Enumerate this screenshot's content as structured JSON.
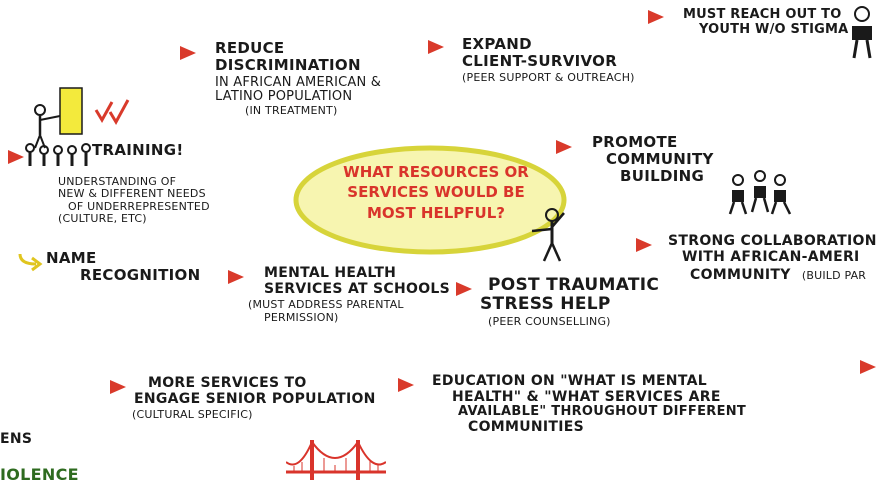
{
  "center": {
    "line1": "What Resources or",
    "line2": "Services Would Be",
    "line3": "Most Helpful?"
  },
  "notes": {
    "reduce_discrimination": {
      "title1": "Reduce Discrimination",
      "title2": "in African American &",
      "title3": "Latino Population",
      "sub": "(in treatment)"
    },
    "expand": {
      "title1": "Expand",
      "title2": "Client-Survivor",
      "sub": "(Peer Support & Outreach)"
    },
    "youth": {
      "title1": "Must Reach Out To",
      "title2": "Youth w/o Stigma"
    },
    "training": {
      "title": "Training!",
      "sub1": "Understanding of",
      "sub2": "New & Different Needs",
      "sub3": "of Underrepresented",
      "sub4": "(Culture, etc)"
    },
    "community_building": {
      "title1": "Promote",
      "title2": "Community",
      "title3": "Building"
    },
    "name_recognition": {
      "title1": "Name",
      "title2": "Recognition"
    },
    "mental_health_schools": {
      "title1": "Mental Health",
      "title2": "Services at Schools",
      "sub1": "(Must Address Parental",
      "sub2": "Permission)"
    },
    "ptsd": {
      "title1": "Post Traumatic",
      "title2": "Stress Help",
      "sub": "(Peer Counselling)"
    },
    "collaboration": {
      "title1": "Strong Collaboration",
      "title2": "with African-Ameri",
      "title3": "Community",
      "sub": "(Build Par"
    },
    "senior": {
      "title1": "More Services to",
      "title2": "Engage Senior Population",
      "sub": "(Cultural Specific)"
    },
    "education": {
      "title1": "Education on \"What is Mental",
      "title2": "Health\" & \"What Services are",
      "title3": "Available\" Throughout Different",
      "title4": "Communities"
    },
    "fragment_left1": "ens",
    "fragment_left2": "iolence"
  },
  "colors": {
    "arrow": "#d93a2b",
    "center_text": "#d9342b",
    "ellipse_fill": "#f3f08a",
    "ellipse_stroke": "#d7d43a",
    "bridge": "#d9342b",
    "green_text": "#2e6b1f",
    "ink": "#1a1a1a"
  }
}
